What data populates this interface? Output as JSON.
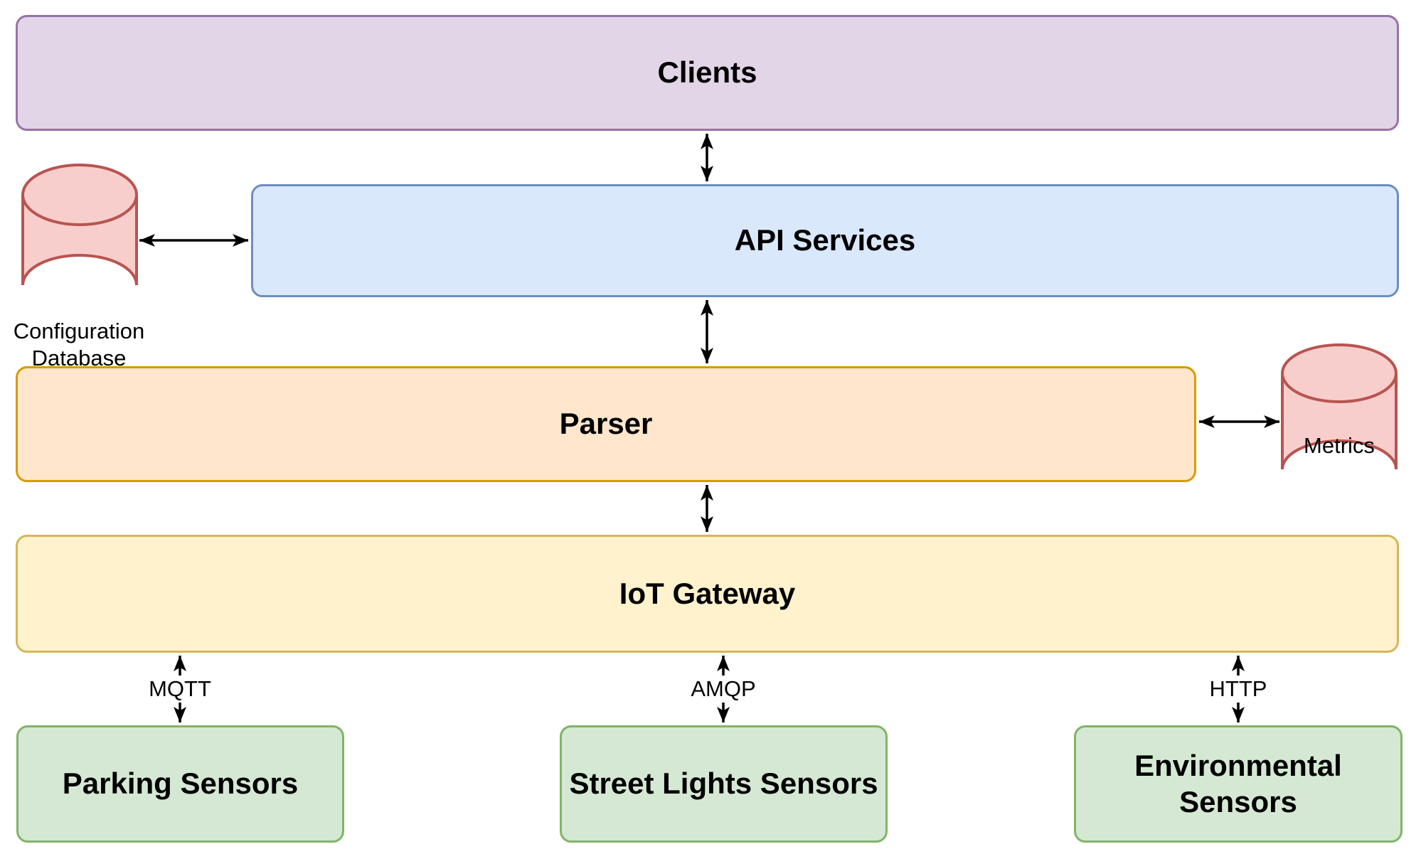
{
  "nodes": {
    "clients": {
      "label": "Clients",
      "fill": "#E1D5E7",
      "stroke": "#9673A6",
      "shape": "rounded-rect"
    },
    "api_services": {
      "label": "API Services",
      "fill": "#DAE8FC",
      "stroke": "#6C8EBF",
      "shape": "rounded-rect"
    },
    "parser": {
      "label": "Parser",
      "fill": "#FFE6CC",
      "stroke": "#D79B00",
      "shape": "rounded-rect"
    },
    "iot_gateway": {
      "label": "IoT Gateway",
      "fill": "#FFF2CC",
      "stroke": "#D6B656",
      "shape": "rounded-rect"
    },
    "parking_sensors": {
      "label": "Parking Sensors",
      "fill": "#D5E8D4",
      "stroke": "#82B366",
      "shape": "rounded-rect"
    },
    "street_lights_sensors": {
      "label": "Street Lights Sensors",
      "fill": "#D5E8D4",
      "stroke": "#82B366",
      "shape": "rounded-rect"
    },
    "environmental_sensors": {
      "label": "Environmental Sensors",
      "fill": "#D5E8D4",
      "stroke": "#82B366",
      "shape": "rounded-rect"
    },
    "configuration_database": {
      "label": "Configuration Database",
      "fill": "#F8CECC",
      "stroke": "#B85450",
      "shape": "cylinder"
    },
    "metrics": {
      "label": "Metrics",
      "fill": "#F8CECC",
      "stroke": "#B85450",
      "shape": "cylinder"
    }
  },
  "edges": [
    {
      "from": "clients",
      "to": "api_services",
      "label": "",
      "direction": "both"
    },
    {
      "from": "configuration_database",
      "to": "api_services",
      "label": "",
      "direction": "both"
    },
    {
      "from": "api_services",
      "to": "parser",
      "label": "",
      "direction": "both"
    },
    {
      "from": "parser",
      "to": "metrics",
      "label": "",
      "direction": "both"
    },
    {
      "from": "parser",
      "to": "iot_gateway",
      "label": "",
      "direction": "both"
    },
    {
      "from": "iot_gateway",
      "to": "parking_sensors",
      "label": "MQTT",
      "direction": "both"
    },
    {
      "from": "iot_gateway",
      "to": "street_lights_sensors",
      "label": "AMQP",
      "direction": "both"
    },
    {
      "from": "iot_gateway",
      "to": "environmental_sensors",
      "label": "HTTP",
      "direction": "both"
    }
  ],
  "colors": {
    "background": "#FFFFFF",
    "edge_stroke": "#000000",
    "text": "#000000"
  }
}
